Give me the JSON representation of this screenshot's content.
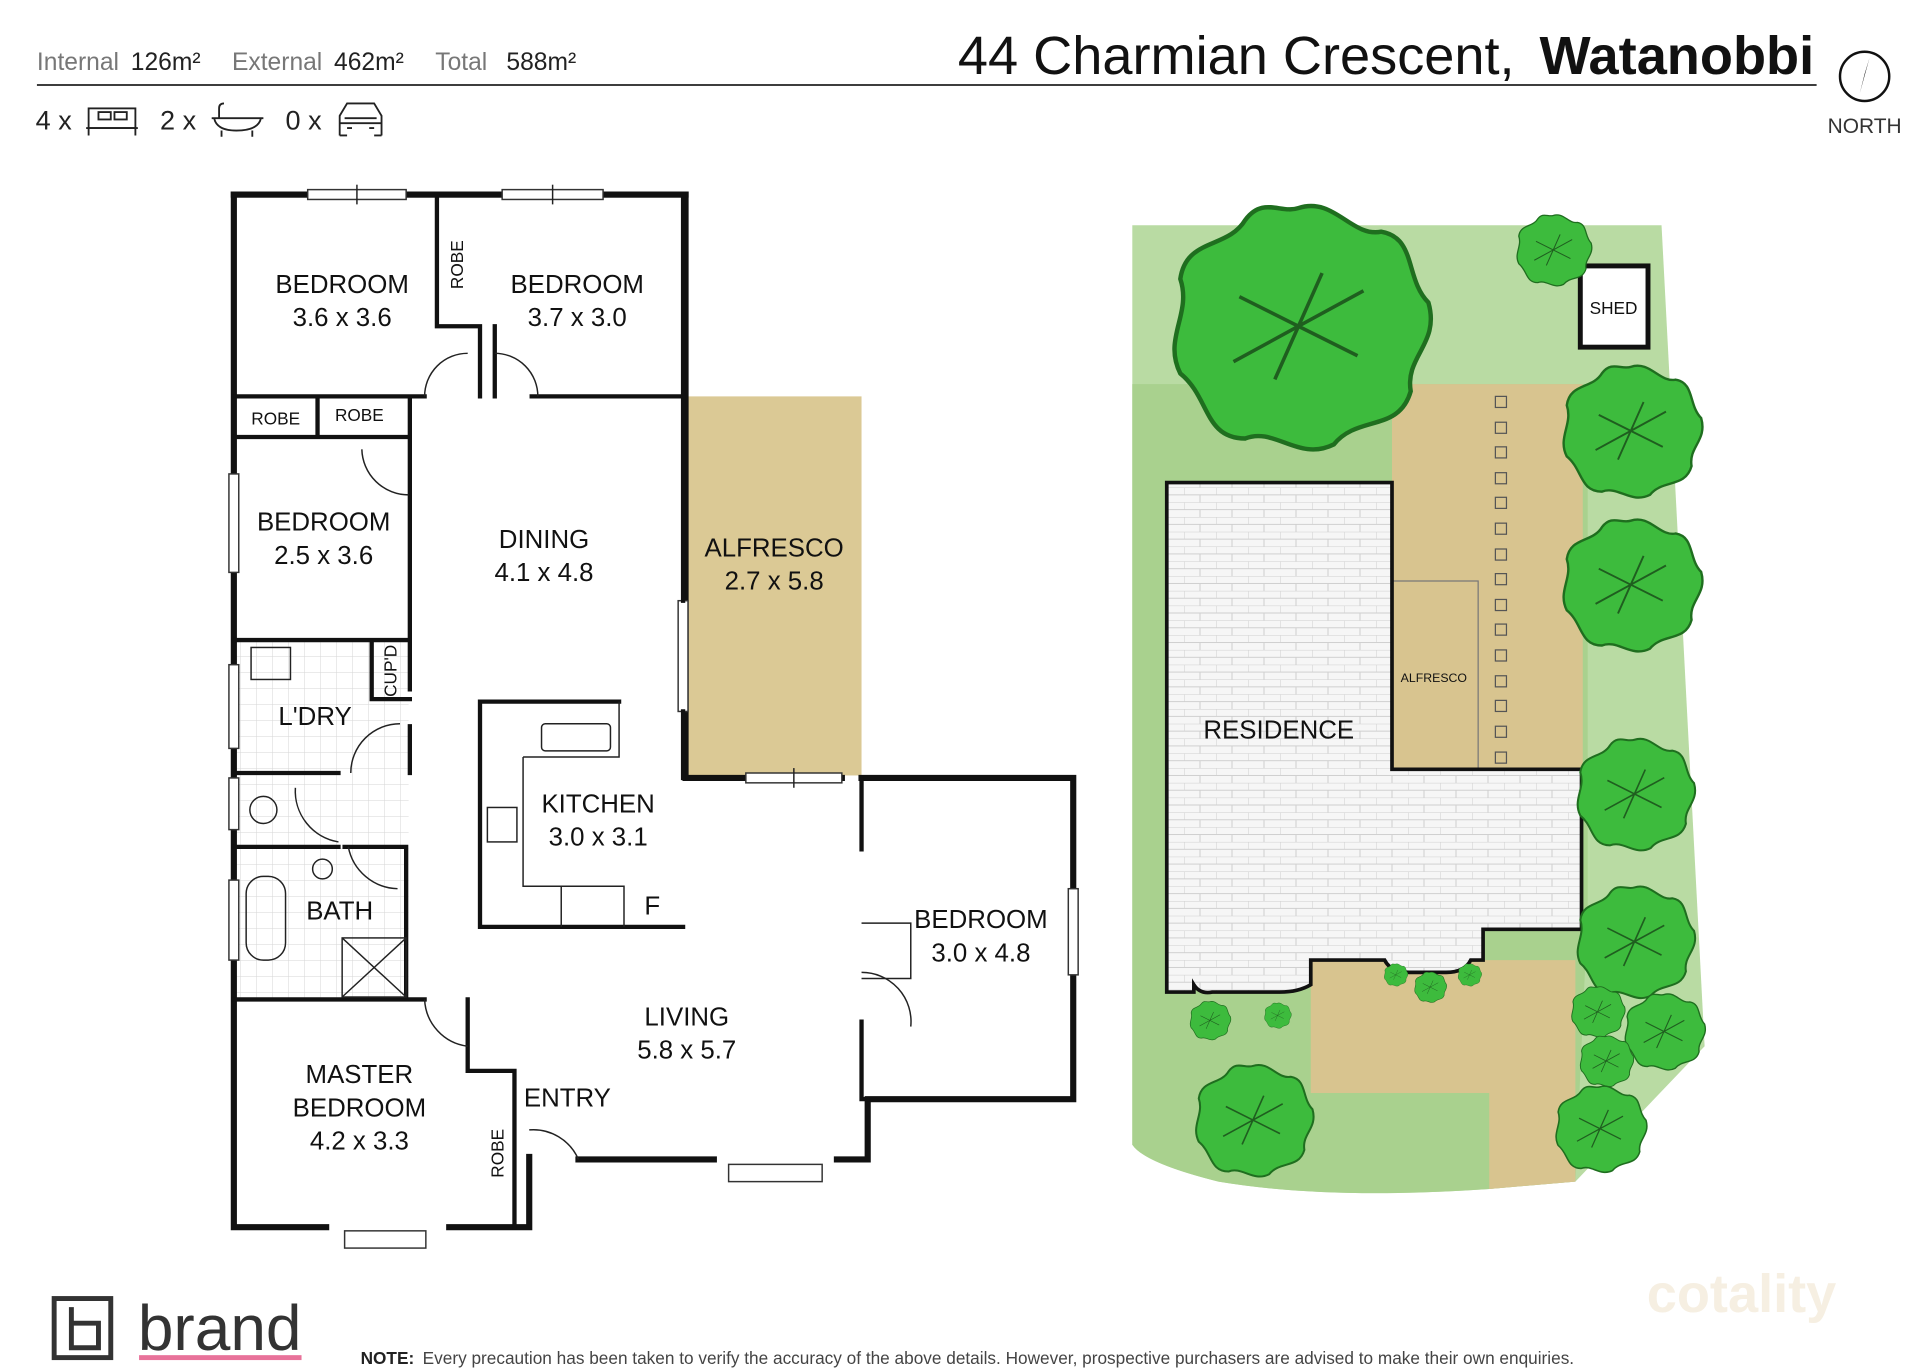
{
  "header": {
    "internal_label": "Internal",
    "internal_value": "126m²",
    "external_label": "External",
    "external_value": "462m²",
    "total_label": "Total",
    "total_value": "588m²",
    "address_street": "44 Charmian Crescent,",
    "address_suburb": "Watanobbi",
    "north_label": "NORTH"
  },
  "counts": {
    "bedrooms": "4 x",
    "bedroom_icon": "bed-icon",
    "bathrooms": "2 x",
    "bathroom_icon": "bath-icon",
    "cars": "0 x",
    "car_icon": "car-icon"
  },
  "floor_plan": {
    "rooms": [
      {
        "name": "BEDROOM",
        "size": "3.6 x 3.6"
      },
      {
        "name": "BEDROOM",
        "size": "3.7 x 3.0"
      },
      {
        "name": "BEDROOM",
        "size": "2.5 x 3.6"
      },
      {
        "name": "DINING",
        "size": "4.1 x 4.8"
      },
      {
        "name": "ALFRESCO",
        "size": "2.7 x 5.8"
      },
      {
        "name": "KITCHEN",
        "size": "3.0 x 3.1"
      },
      {
        "name": "BEDROOM",
        "size": "3.0 x 4.8"
      },
      {
        "name": "LIVING",
        "size": "5.8 x 5.7"
      },
      {
        "name": "MASTER",
        "name2": "BEDROOM",
        "size": "4.2 x 3.3"
      }
    ],
    "labels": {
      "robe1": "ROBE",
      "robe2": "ROBE",
      "robe3": "ROBE",
      "robe4": "ROBE",
      "cupd": "CUP'D",
      "laundry": "L'DRY",
      "bath": "BATH",
      "fridge": "F",
      "entry": "ENTRY"
    },
    "colors": {
      "alfresco": "#dbc995",
      "walls": "#111111"
    }
  },
  "site_plan": {
    "residence": "RESIDENCE",
    "alfresco": "ALFRESCO",
    "shed": "SHED",
    "colors": {
      "lawn": "#a9d18e",
      "lawn_edge": "#b9dba3",
      "paving": "#d8c48f",
      "trees": "#3dbb3d",
      "residence": "#f4f4f4"
    }
  },
  "footer": {
    "brand": "brand",
    "brand_accent": "#e8729a",
    "note_label": "NOTE:",
    "note_text": "Every precaution has been taken to verify the accuracy of the above details. However, prospective purchasers are advised to make their own enquiries.",
    "watermark": "cotality"
  }
}
